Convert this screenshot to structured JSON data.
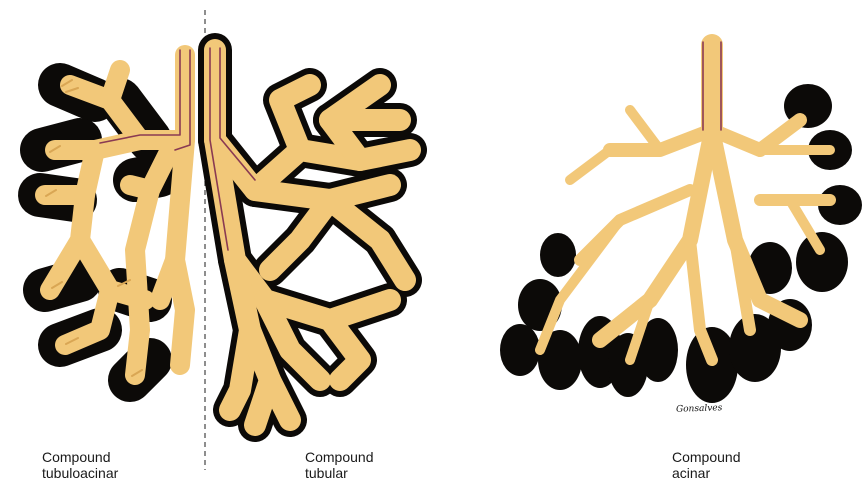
{
  "labels": {
    "tubuloacinar": {
      "line1": "Compound",
      "line2": "tubuloacinar"
    },
    "tubular": {
      "line1": "Compound",
      "line2": "tubular"
    },
    "acinar": {
      "line1": "Compound",
      "line2": "acinar"
    }
  },
  "signature": "Gonsalves",
  "colors": {
    "secretory_fill": "#f2c879",
    "acinus_outline": "#0c0a08",
    "duct_lining": "#8a3a52",
    "divider": "#444444"
  }
}
